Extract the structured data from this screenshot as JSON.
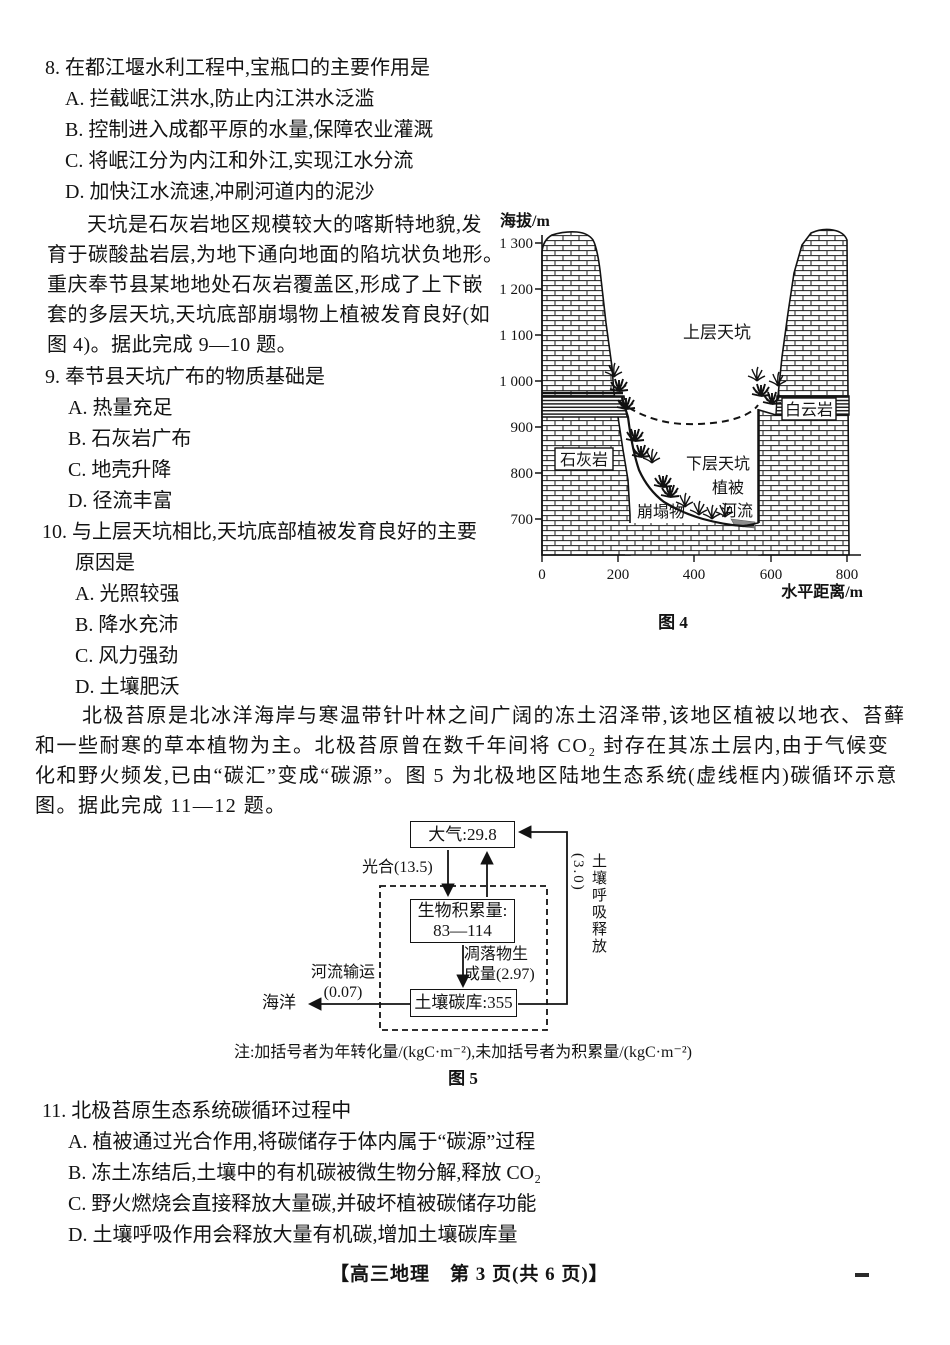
{
  "q8": {
    "stem": "8. 在都江堰水利工程中,宝瓶口的主要作用是",
    "options": [
      "A. 拦截岷江洪水,防止内江洪水泛滥",
      "B. 控制进入成都平原的水量,保障农业灌溉",
      "C. 将岷江分为内江和外江,实现江水分流",
      "D. 加快江水流速,冲刷河道内的泥沙"
    ]
  },
  "passage_tiankeng": {
    "lines": [
      "天坑是石灰岩地区规模较大的喀斯特地貌,发",
      "育于碳酸盐岩层,为地下通向地面的陷坑状负地形。",
      "重庆奉节县某地地处石灰岩覆盖区,形成了上下嵌",
      "套的多层天坑,天坑底部崩塌物上植被发育良好(如",
      "图 4)。据此完成 9—10 题。"
    ]
  },
  "q9": {
    "stem": "9. 奉节县天坑广布的物质基础是",
    "options": [
      "A. 热量充足",
      "B. 石灰岩广布",
      "C. 地壳升降",
      "D. 径流丰富"
    ]
  },
  "q10": {
    "stem_line1": "10. 与上层天坑相比,天坑底部植被发育良好的主要",
    "stem_line2": "原因是",
    "options": [
      "A. 光照较强",
      "B. 降水充沛",
      "C. 风力强劲",
      "D. 土壤肥沃"
    ]
  },
  "figure4": {
    "y_axis_label": "海拔/m",
    "y_ticks": [
      "1 300",
      "1 200",
      "1 100",
      "1 000",
      "900",
      "800",
      "700"
    ],
    "x_ticks": [
      "0",
      "200",
      "400",
      "600",
      "800"
    ],
    "x_axis_label": "水平距离/m",
    "labels": {
      "upper_tiankeng": "上层天坑",
      "dolomite": "白云岩",
      "limestone": "石灰岩",
      "lower_tiankeng": "下层天坑",
      "vegetation": "植被",
      "debris": "崩塌物",
      "river": "河流"
    },
    "caption": "图 4"
  },
  "passage_tundra": {
    "lines": [
      "北极苔原是北冰洋海岸与寒温带针叶林之间广阔的冻土沼泽带,该地区植被以地衣、苔藓",
      "和一些耐寒的草本植物为主。北极苔原曾在数千年间将 CO₂ 封存在其冻土层内,由于气候变",
      "化和野火频发,已由“碳汇”变成“碳源”。图 5 为北极地区陆地生态系统(虚线框内)碳循环示意",
      "图。据此完成 11—12 题。"
    ]
  },
  "figure5": {
    "atmosphere": "大气:29.8",
    "biomass_line1": "生物积累量:",
    "biomass_line2": "83—114",
    "soil_pool": "土壤碳库:355",
    "photosynthesis": "光合(13.5)",
    "litter_line1": "凋落物生",
    "litter_line2": "成量(2.97)",
    "river_line1": "河流输运",
    "river_line2": "(0.07)",
    "ocean": "海洋",
    "soil_respiration": "土壤呼吸释放(3.0)",
    "note": "注:加括号者为年转化量/(kgC·m⁻²),未加括号者为积累量/(kgC·m⁻²)",
    "caption": "图 5"
  },
  "q11": {
    "stem": "11. 北极苔原生态系统碳循环过程中",
    "options": [
      "A. 植被通过光合作用,将碳储存于体内属于“碳源”过程",
      "B. 冻土冻结后,土壤中的有机碳被微生物分解,释放 CO₂",
      "C. 野火燃烧会直接释放大量碳,并破坏植被碳储存功能",
      "D. 土壤呼吸作用会释放大量有机碳,增加土壤碳库量"
    ]
  },
  "footer": "【高三地理　第 3 页(共 6 页)】"
}
